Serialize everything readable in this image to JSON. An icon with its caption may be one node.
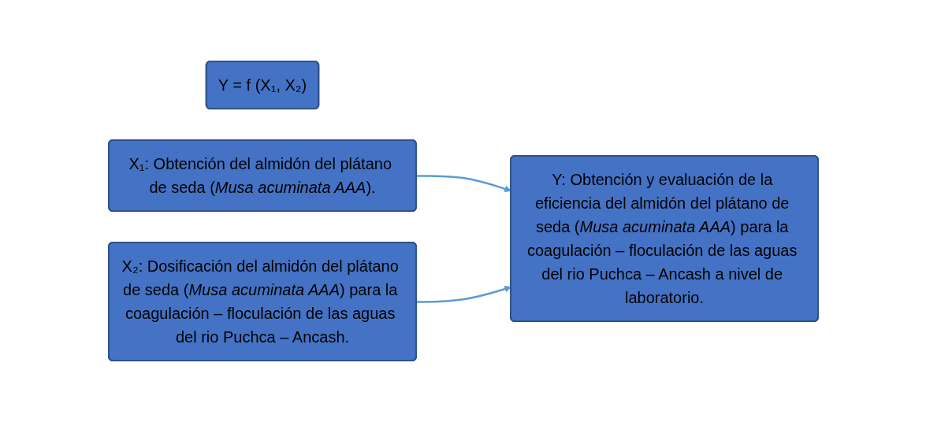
{
  "diagram": {
    "nodes": [
      {
        "text": [
          "Y = f (X₁, X₂)"
        ]
      },
      {
        "text": [
          "X₁: Obtención del almidón del plátano de seda (*Musa acuminata AAA*)."
        ]
      },
      {
        "text": [
          "X₂: Dosificación del almidón del plátano de seda (*Musa acuminata AAA*) para la coagulación – floculación de las aguas del rio Puchca – Ancash."
        ]
      },
      {
        "text": [
          "Y: Obtención y evaluación de la eficiencia del almidón del plátano de seda (*Musa acuminata AAA*) para la coagulación – floculación de las aguas del rio Puchca – Ancash a nivel de laboratorio."
        ]
      }
    ],
    "edges": [
      {
        "from": 1,
        "to": 3,
        "arrow": "to"
      },
      {
        "from": 2,
        "to": 3,
        "arrow": "to"
      }
    ]
  }
}
